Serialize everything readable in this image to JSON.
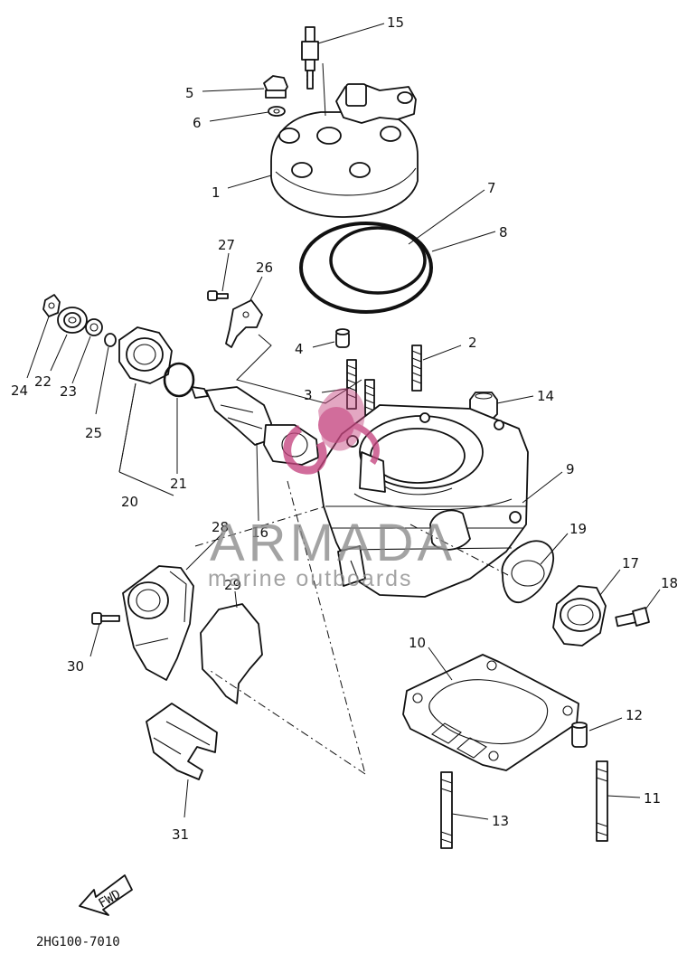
{
  "diagram": {
    "parts": [
      {
        "id": "1",
        "label": "1"
      },
      {
        "id": "2",
        "label": "2"
      },
      {
        "id": "3",
        "label": "3"
      },
      {
        "id": "4",
        "label": "4"
      },
      {
        "id": "5",
        "label": "5"
      },
      {
        "id": "6",
        "label": "6"
      },
      {
        "id": "7",
        "label": "7"
      },
      {
        "id": "8",
        "label": "8"
      },
      {
        "id": "9",
        "label": "9"
      },
      {
        "id": "10",
        "label": "10"
      },
      {
        "id": "11",
        "label": "11"
      },
      {
        "id": "12",
        "label": "12"
      },
      {
        "id": "13",
        "label": "13"
      },
      {
        "id": "14",
        "label": "14"
      },
      {
        "id": "15",
        "label": "15"
      },
      {
        "id": "16",
        "label": "16"
      },
      {
        "id": "17",
        "label": "17"
      },
      {
        "id": "18",
        "label": "18"
      },
      {
        "id": "19",
        "label": "19"
      },
      {
        "id": "20",
        "label": "20"
      },
      {
        "id": "21",
        "label": "21"
      },
      {
        "id": "22",
        "label": "22"
      },
      {
        "id": "23",
        "label": "23"
      },
      {
        "id": "24",
        "label": "24"
      },
      {
        "id": "25",
        "label": "25"
      },
      {
        "id": "26",
        "label": "26"
      },
      {
        "id": "27",
        "label": "27"
      },
      {
        "id": "28",
        "label": "28"
      },
      {
        "id": "29",
        "label": "29"
      },
      {
        "id": "30",
        "label": "30"
      },
      {
        "id": "31",
        "label": "31"
      }
    ],
    "fwd_label": "FWD",
    "diagram_code": "2HG100-7010"
  },
  "watermark": {
    "brand": "ARMADA",
    "tagline": "marine outboards",
    "color_gray": "#8a8a8a",
    "color_pink": "#c5457f"
  }
}
